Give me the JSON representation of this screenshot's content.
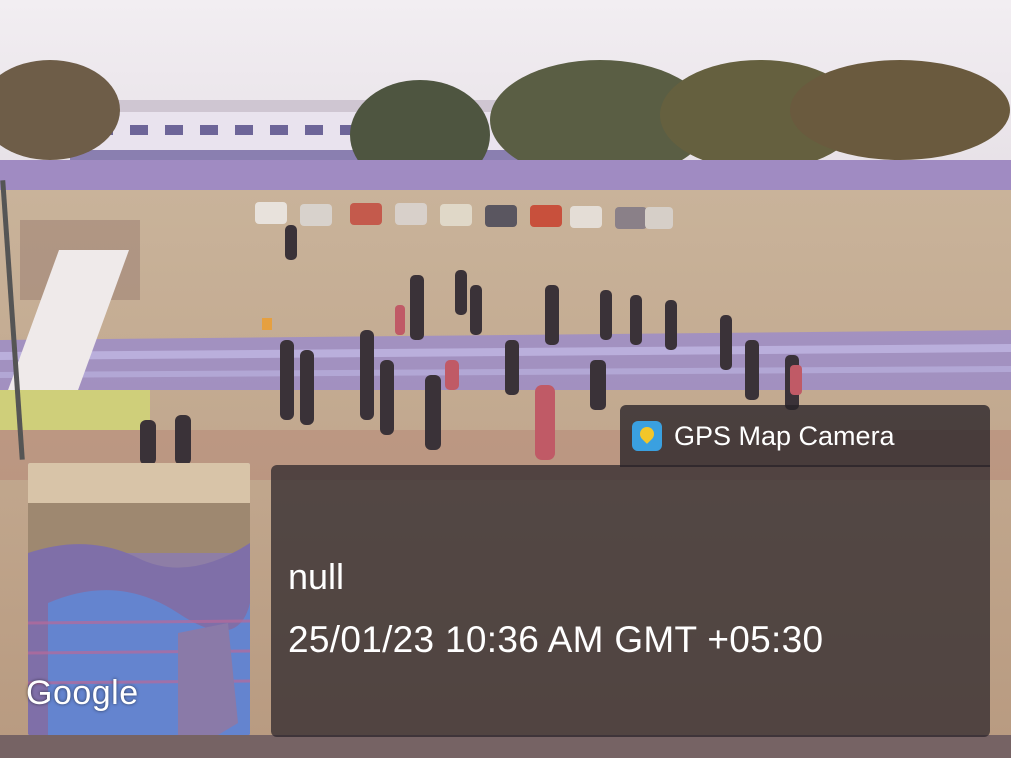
{
  "overlay": {
    "app_name": "GPS Map Camera",
    "app_icon": "gps-map-pin-icon",
    "location": "null",
    "datetime": "25/01/23 10:36 AM GMT +05:30",
    "map_attribution": "Google"
  },
  "colors": {
    "overlay_bg": "#28222a",
    "text": "#ffffff",
    "icon_bg": "#3aa0e0",
    "icon_pin": "#f3c629"
  }
}
